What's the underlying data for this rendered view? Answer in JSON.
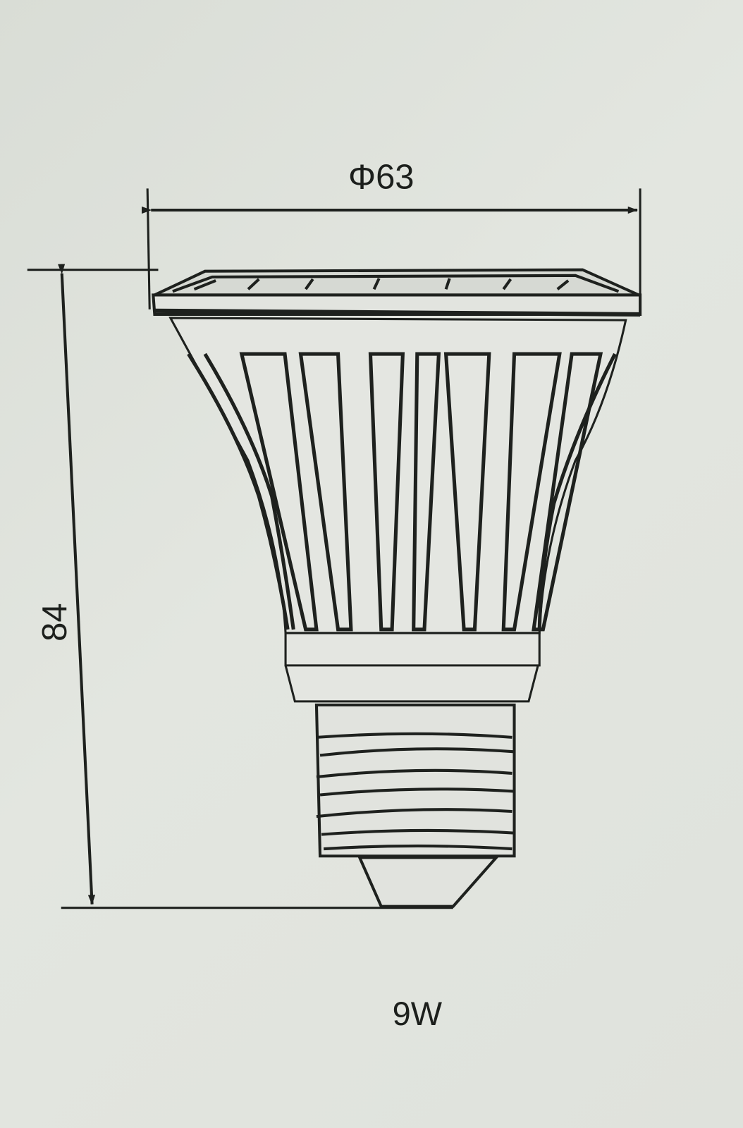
{
  "drawing": {
    "diameter_label": "Φ63",
    "height_label": "84",
    "power_label": "9W"
  },
  "colors": {
    "line": "#1e211e",
    "background": "#dfe2dc",
    "body_fill": "#e4e6e1"
  }
}
